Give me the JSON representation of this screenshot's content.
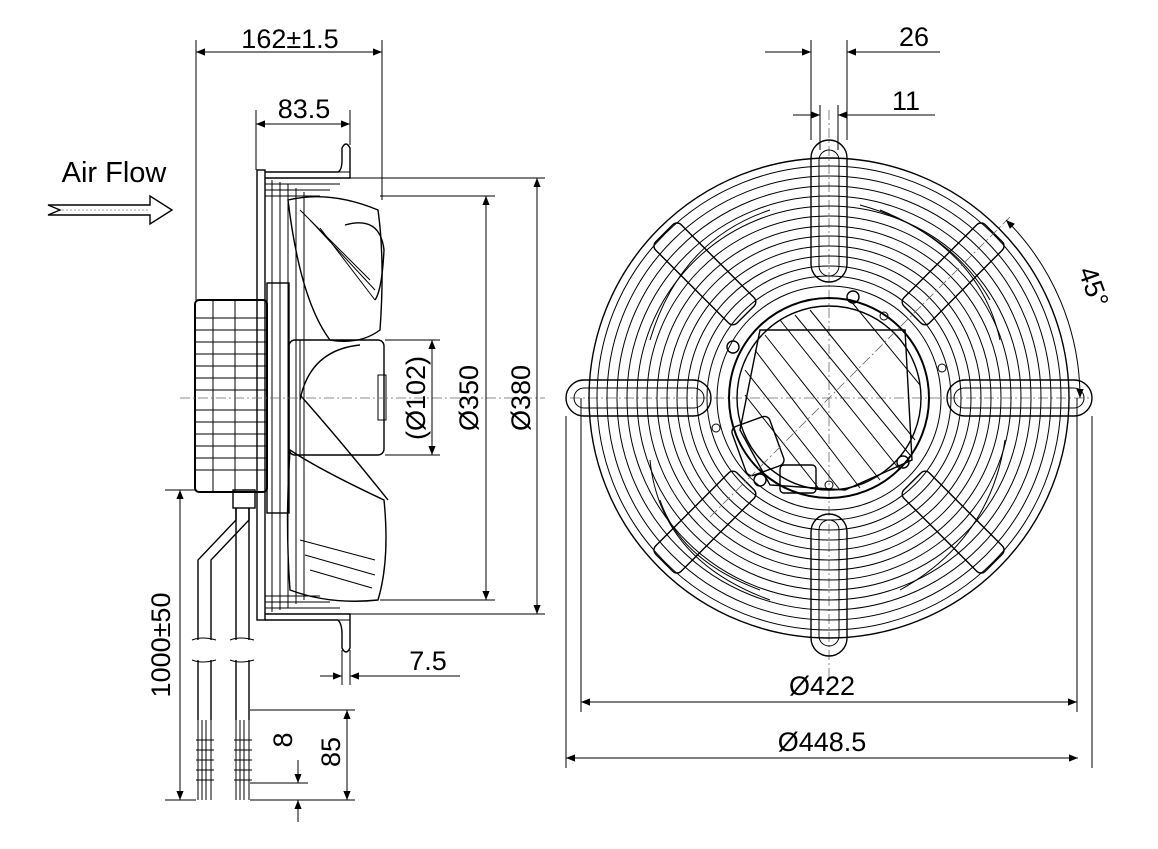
{
  "labels": {
    "air_flow": "Air Flow",
    "width_total": "162±1.5",
    "width_motor": "83.5",
    "hub_dia": "(Ø102)",
    "blade_dia": "Ø350",
    "guard_dia": "Ø380",
    "cable_length": "1000±50",
    "lead_strip": "8",
    "lead_length": "85",
    "flange_thickness": "7.5",
    "bracket_width": "26",
    "hole_width": "11",
    "angle": "45°",
    "mount_dia": "Ø422",
    "outer_dia": "Ø448.5"
  },
  "colors": {
    "line": "#000000",
    "background": "#ffffff",
    "centerline": "#666666"
  }
}
